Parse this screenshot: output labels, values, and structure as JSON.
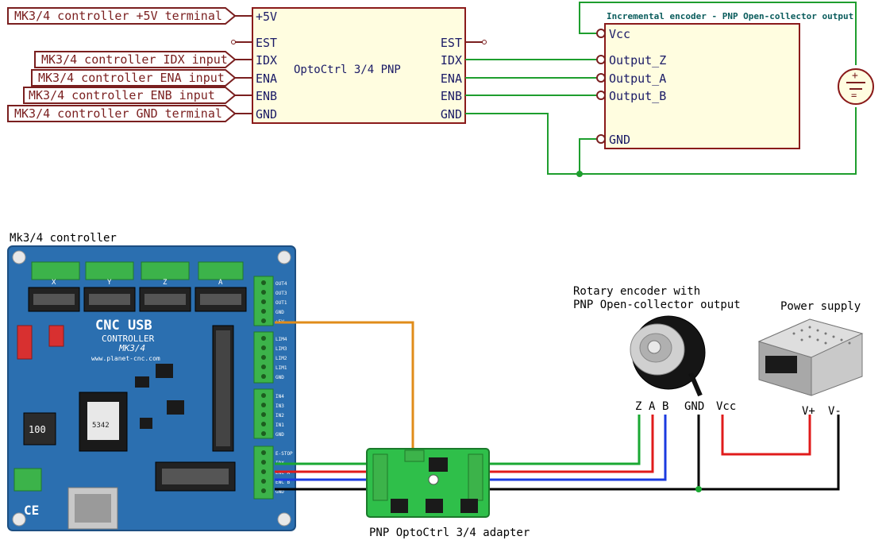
{
  "schematic": {
    "controller_labels": [
      "MK3/4 controller +5V terminal",
      "MK3/4 controller IDX input",
      "MK3/4 controller ENA input",
      "MK3/4 controller ENB  input",
      "MK3/4 controller GND terminal"
    ],
    "opto_block": {
      "name": "OptoCtrl 3/4 PNP",
      "left_pins": [
        "+5V",
        "EST",
        "IDX",
        "ENA",
        "ENB",
        "GND"
      ],
      "right_pins": [
        "EST",
        "IDX",
        "ENA",
        "ENB",
        "GND"
      ]
    },
    "encoder_block": {
      "title": "Incremental encoder - PNP Open-collector output",
      "pins": [
        "Vcc",
        "Output_Z",
        "Output_A",
        "Output_B",
        "GND"
      ]
    },
    "battery_symbols": [
      "+",
      "="
    ]
  },
  "photo": {
    "controller_title": "Mk3/4 controller",
    "board_text": {
      "line1": "CNC USB",
      "line2": "CONTROLLER",
      "line3": "MK3/4",
      "website": "www.planet-cnc.com",
      "inductor": "100",
      "chip": "5342",
      "ce": "CE"
    },
    "header_labels": [
      "X",
      "Y",
      "Z",
      "A"
    ],
    "right_terminal_labels": {
      "out": [
        "OUT4",
        "OUT3",
        "OUT1",
        "GND",
        "+5V"
      ],
      "lim": [
        "LIM4",
        "LIM3",
        "LIM2",
        "LIM1",
        "GND"
      ],
      "in": [
        "IN4",
        "IN3",
        "IN2",
        "IN1",
        "GND"
      ],
      "enc": [
        "E-STOP",
        "IDX",
        "ENC A",
        "ENC B",
        "GND"
      ]
    },
    "adapter_caption": "PNP OptoCtrl 3/4 adapter",
    "encoder_caption_line1": "Rotary encoder with",
    "encoder_caption_line2": "PNP Open-collector output",
    "power_caption": "Power supply",
    "encoder_wire_labels": [
      "Z",
      "A",
      "B",
      "GND",
      "Vcc"
    ],
    "power_labels": [
      "V+",
      "V-"
    ]
  },
  "colors": {
    "schematic_wire": "#1e9e2e",
    "schematic_text": "#7a1f1f",
    "block_fill": "#fffde0",
    "block_stroke": "#8a1a1a",
    "board_blue": "#2b6fb0",
    "wire_orange": "#e08c1a",
    "wire_green": "#1aa832",
    "wire_red": "#e01b1b",
    "wire_blue": "#1b3be0",
    "wire_black": "#000000"
  }
}
